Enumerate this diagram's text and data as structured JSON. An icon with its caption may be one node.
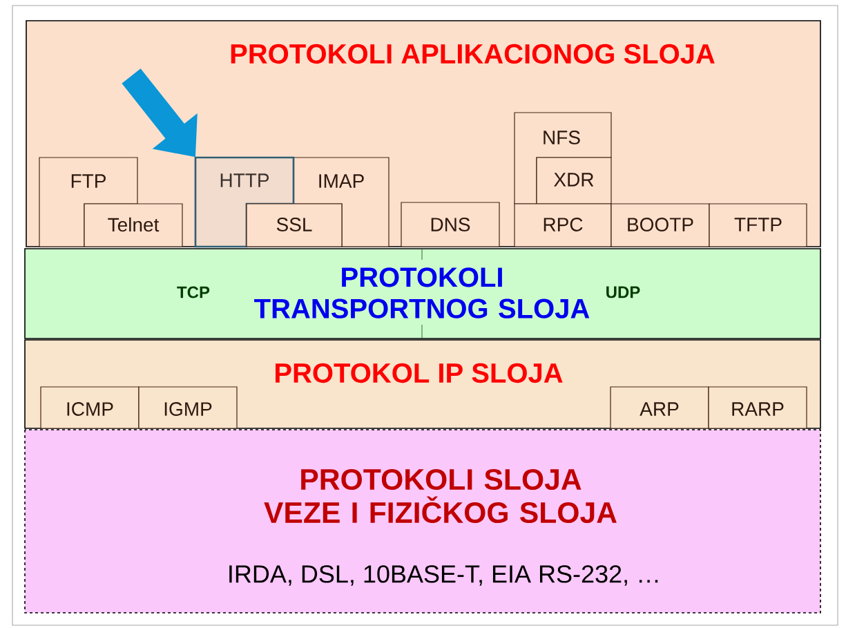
{
  "diagram": {
    "nodes": [
      {
        "text": [
          "PROTOKOLI APLIKACIONOG SLOJA"
        ]
      },
      {
        "text": [
          "FTP"
        ],
        "in": 0
      },
      {
        "text": [
          "Telnet"
        ],
        "in": 0
      },
      {
        "text": [
          "HTTP"
        ],
        "in": 0
      },
      {
        "text": [
          "IMAP"
        ],
        "in": 0
      },
      {
        "text": [
          "SSL"
        ],
        "in": 0
      },
      {
        "text": [
          "DNS"
        ],
        "in": 0
      },
      {
        "text": [
          "NFS"
        ],
        "in": 0
      },
      {
        "text": [
          "XDR"
        ],
        "in": 0
      },
      {
        "text": [
          "RPC"
        ],
        "in": 0
      },
      {
        "text": [
          "BOOTP"
        ],
        "in": 0
      },
      {
        "text": [
          "TFTP"
        ],
        "in": 0
      },
      {
        "text": [
          "PROTOKOLI TRANSPORTNOG SLOJA"
        ]
      },
      {
        "text": [
          "TCP"
        ],
        "in": 12
      },
      {
        "text": [
          "UDP"
        ],
        "in": 12
      },
      {
        "text": [
          "PROTOKOL IP SLOJA"
        ]
      },
      {
        "text": [
          "ICMP"
        ],
        "in": 15
      },
      {
        "text": [
          "IGMP"
        ],
        "in": 15
      },
      {
        "text": [
          "ARP"
        ],
        "in": 15
      },
      {
        "text": [
          "RARP"
        ],
        "in": 15
      },
      {
        "text": [
          "PROTOKOLI SLOJA VEZE I FIZIČKOG SLOJA",
          "IRDA, DSL, 10BASE-T, EIA RS-232, …"
        ]
      }
    ],
    "edges": [
      {
        "from": null,
        "to": 3,
        "arrow": "to"
      }
    ]
  }
}
